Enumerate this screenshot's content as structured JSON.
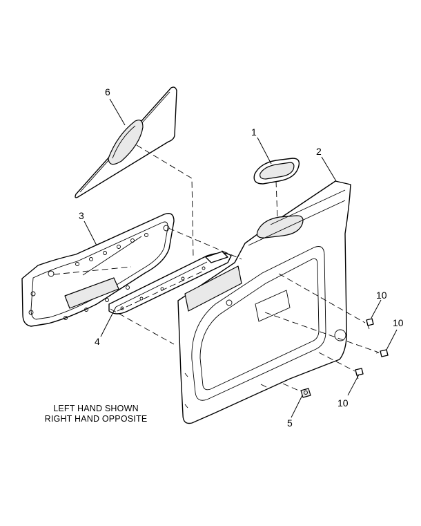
{
  "callouts": {
    "c1": "1",
    "c2": "2",
    "c3": "3",
    "c4": "4",
    "c5": "5",
    "c6": "6",
    "c10a": "10",
    "c10b": "10",
    "c10c": "10"
  },
  "note": {
    "line1": "LEFT HAND SHOWN",
    "line2": "RIGHT HAND OPPOSITE"
  }
}
